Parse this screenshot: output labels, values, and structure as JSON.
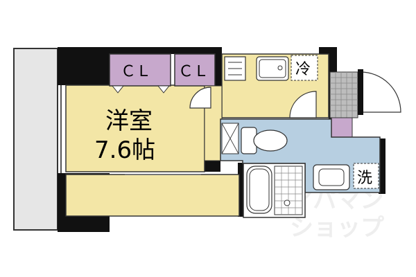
{
  "rooms": {
    "closet_left": "ＣＬ",
    "closet_right": "ＣＬ",
    "main_room_name": "洋室",
    "main_room_size": "7.6帖",
    "fridge": "冷",
    "washer": "洗"
  },
  "watermark": {
    "line1": "アパマン",
    "line2": "ショップ"
  },
  "colors": {
    "floor": "#f3e6a6",
    "closet": "#c7a8cc",
    "wet_area": "#b7cfe1",
    "wall": "#111111",
    "balcony": "#e6e6e6",
    "outline": "#333333"
  }
}
